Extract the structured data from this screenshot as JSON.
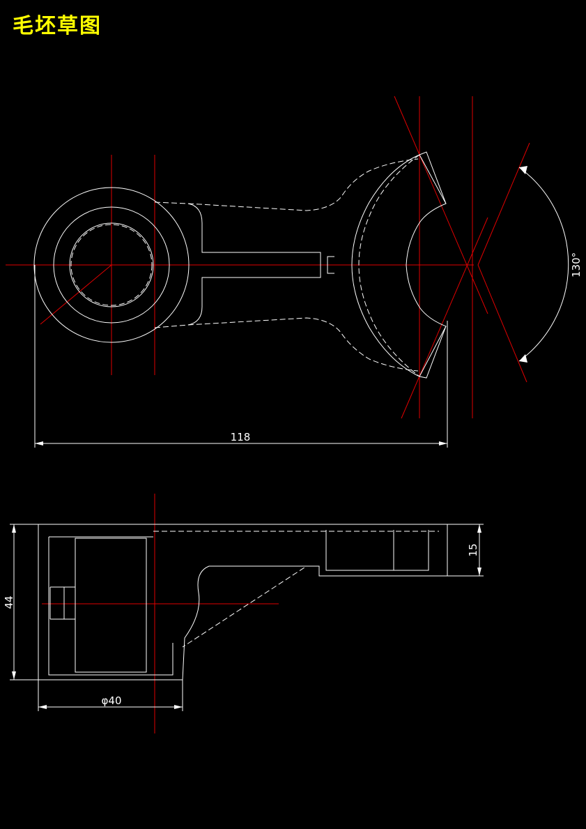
{
  "title": "毛坯草图",
  "dimensions": {
    "overall_length": "118",
    "fork_angle": "130°",
    "height": "44",
    "arm_thickness": "15",
    "boss_diameter": "φ40"
  }
}
